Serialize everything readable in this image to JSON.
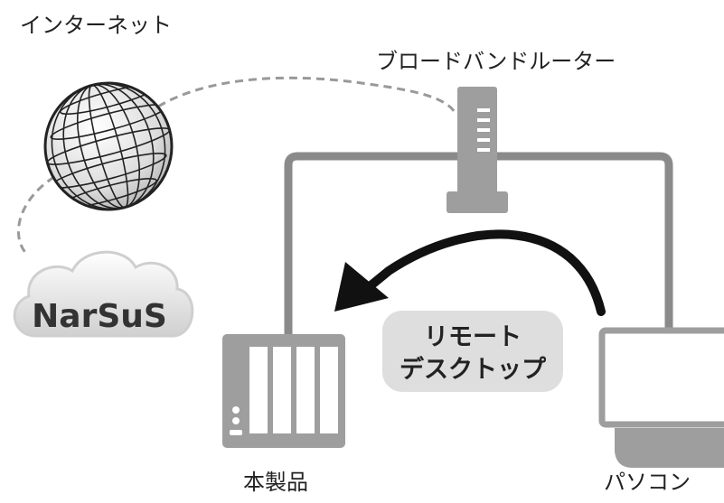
{
  "labels": {
    "internet": "インターネット",
    "router": "ブロードバンドルーター",
    "nas": "本製品",
    "pc": "パソコン"
  },
  "cloud": {
    "service": "NarSuS"
  },
  "remote": {
    "line1": "リモート",
    "line2": "デスクトップ"
  },
  "colors": {
    "device_gray": "#9e9e9e",
    "line_gray": "#8a8a8a",
    "bubble": "#dedede",
    "arrow": "#111111"
  }
}
